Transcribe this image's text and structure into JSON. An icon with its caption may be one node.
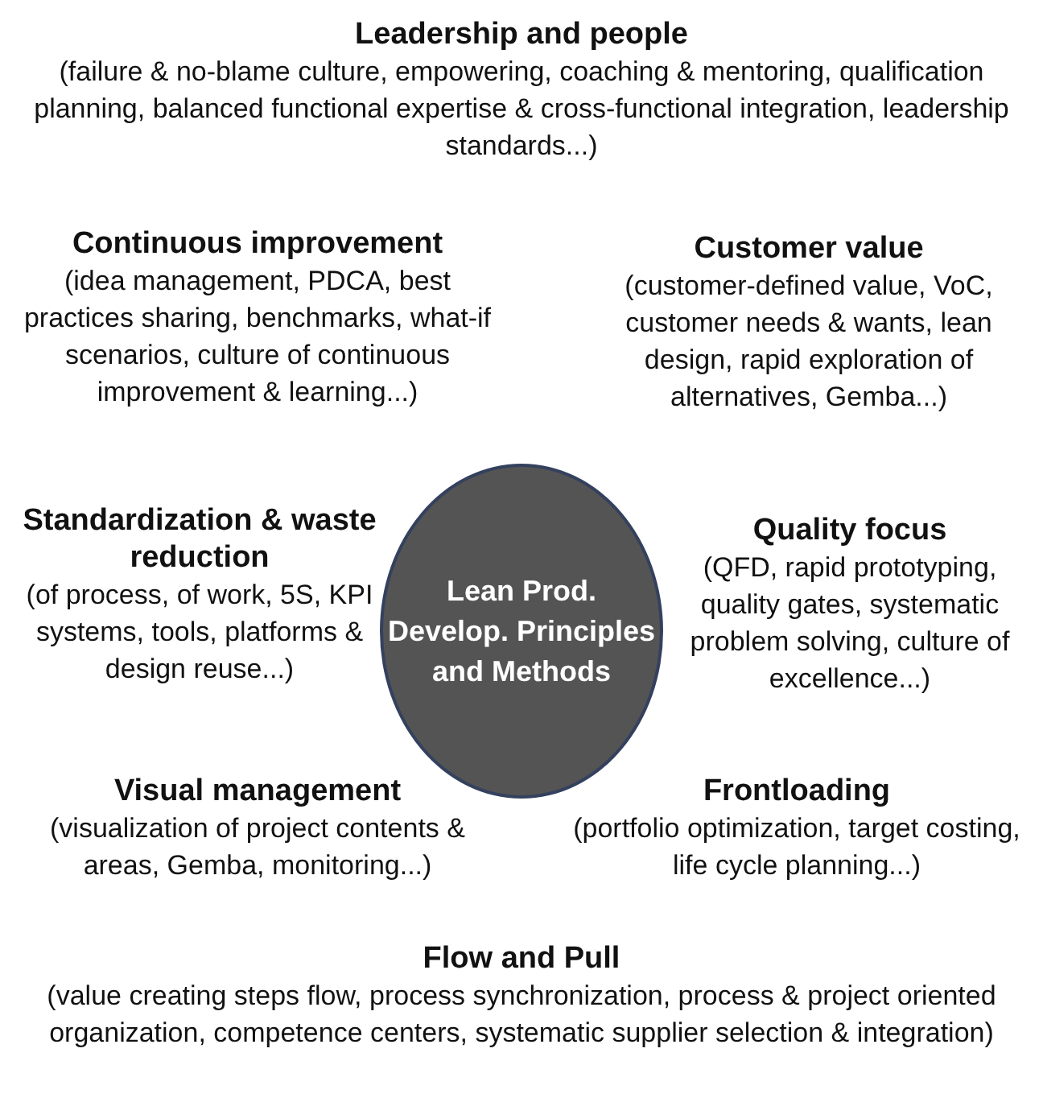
{
  "diagram": {
    "nodes": [
      {
        "text": [
          "Lean Prod. Develop. Principles and Methods"
        ]
      }
    ],
    "labels": [
      "Leadership and people",
      "(failure & no-blame culture, empowering, coaching & mentoring, qualification planning, balanced functional expertise & cross-functional integration, leadership standards...)",
      "Continuous improvement",
      "(idea management, PDCA, best practices sharing, benchmarks, what-if scenarios, culture of continuous improvement & learning...)",
      "Customer value",
      "(customer-defined value, VoC, customer needs & wants, lean design, rapid exploration of alternatives, Gemba...)",
      "Standardization & waste reduction",
      "(of process, of work, 5S, KPI systems, tools, platforms & design reuse...)",
      "Quality focus",
      "(QFD, rapid prototyping, quality gates, systematic problem solving, culture of excellence...)",
      "Visual management",
      "(visualization of project contents & areas, Gemba, monitoring...)",
      "Frontloading",
      "(portfolio optimization, target costing, life cycle planning...)",
      "Flow and Pull",
      "(value creating steps flow, process synchronization, process & project oriented organization, competence centers, systematic supplier selection & integration)"
    ]
  }
}
